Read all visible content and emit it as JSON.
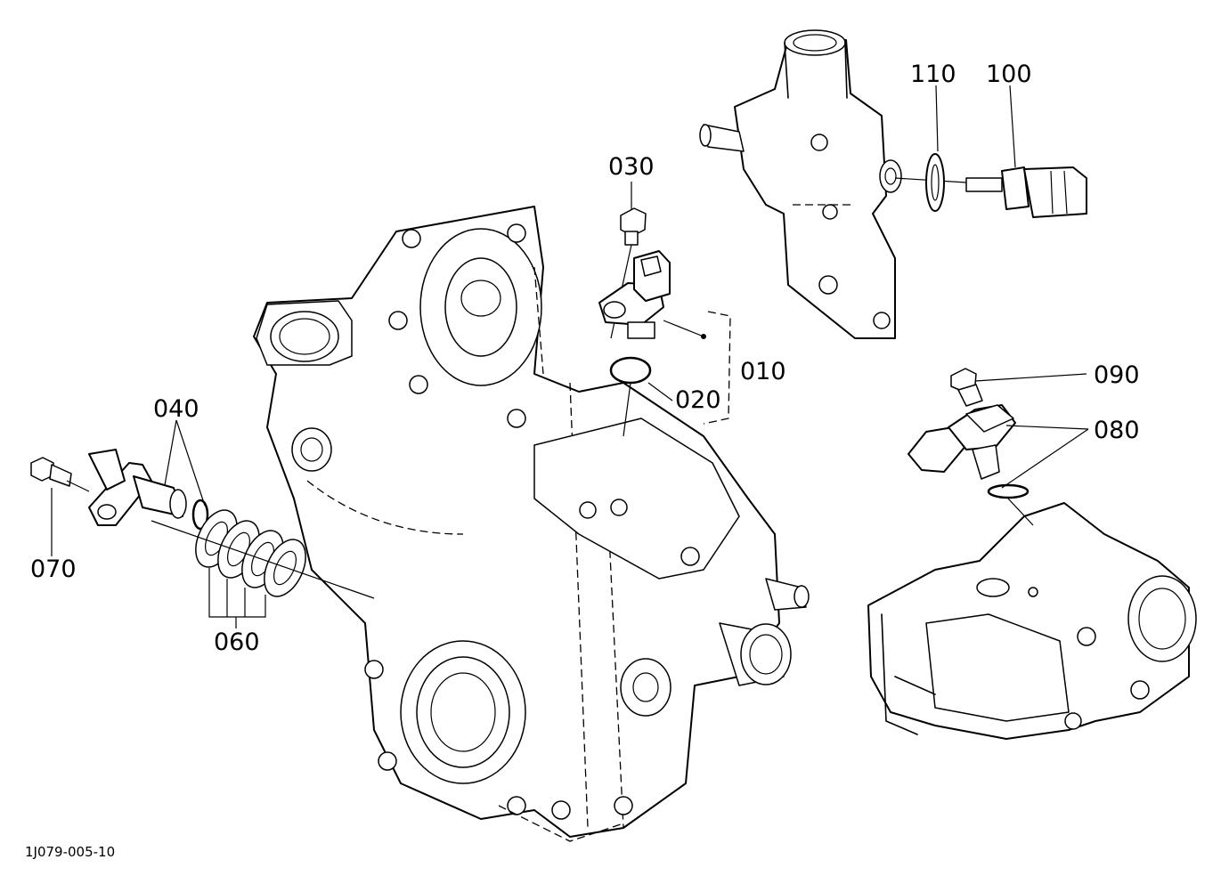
{
  "drawing_id": "1J079-005-10",
  "callouts": {
    "p010": "010",
    "p020": "020",
    "p030": "030",
    "p040": "040",
    "p060": "060",
    "p070": "070",
    "p080": "080",
    "p090": "090",
    "p100": "100",
    "p110": "110"
  }
}
